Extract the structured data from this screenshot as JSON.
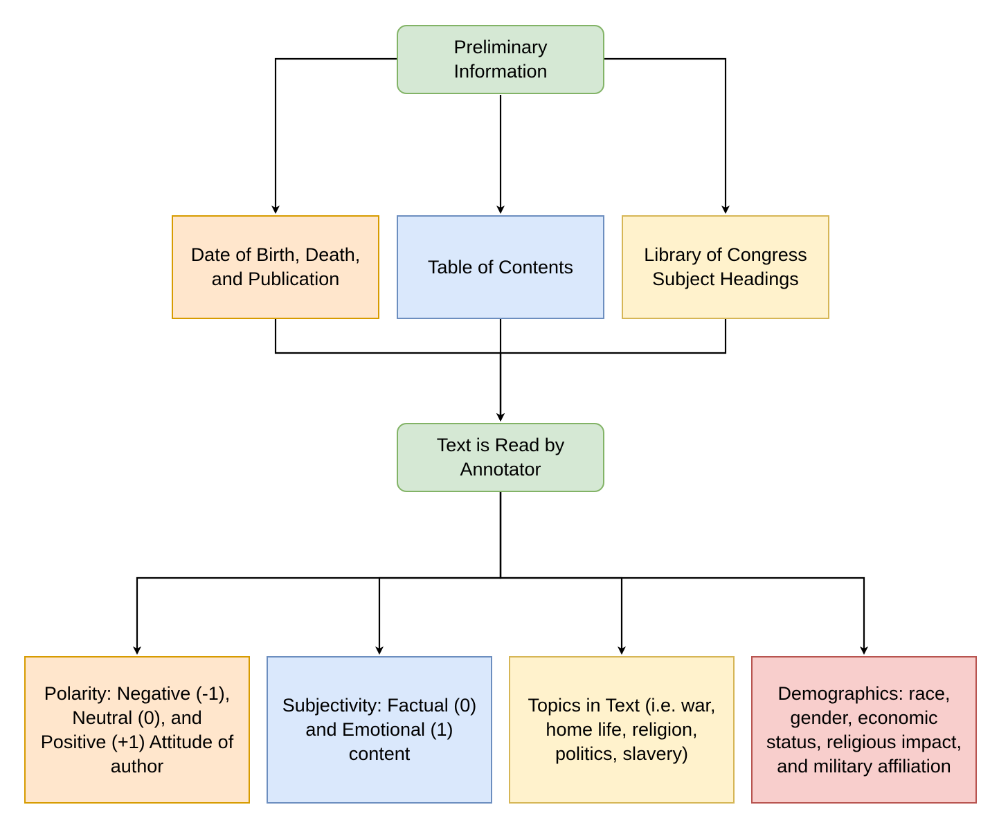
{
  "nodes": {
    "preliminary": "Preliminary\nInformation",
    "dates": "Date of Birth, Death,\nand Publication",
    "toc": "Table of Contents",
    "loc": "Library of Congress\nSubject Headings",
    "annotator": "Text is Read by\nAnnotator",
    "polarity": "Polarity: Negative (-1),\nNeutral (0), and\nPositive (+1) Attitude of\nauthor",
    "subjectivity": "Subjectivity: Factual (0)\nand Emotional (1)\ncontent",
    "topics": "Topics in Text (i.e. war,\nhome life, religion,\npolitics, slavery)",
    "demographics": "Demographics: race,\ngender, economic\nstatus, religious impact,\nand military affiliation"
  },
  "colors": {
    "green_fill": "#d5e8d4",
    "green_stroke": "#82b366",
    "orange_fill": "#ffe6cc",
    "orange_stroke": "#d79b00",
    "blue_fill": "#dae8fc",
    "blue_stroke": "#6c8ebf",
    "yellow_fill": "#fff2cc",
    "yellow_stroke": "#d6b656",
    "red_fill": "#f8cecc",
    "red_stroke": "#b85450",
    "connector": "#000000"
  }
}
